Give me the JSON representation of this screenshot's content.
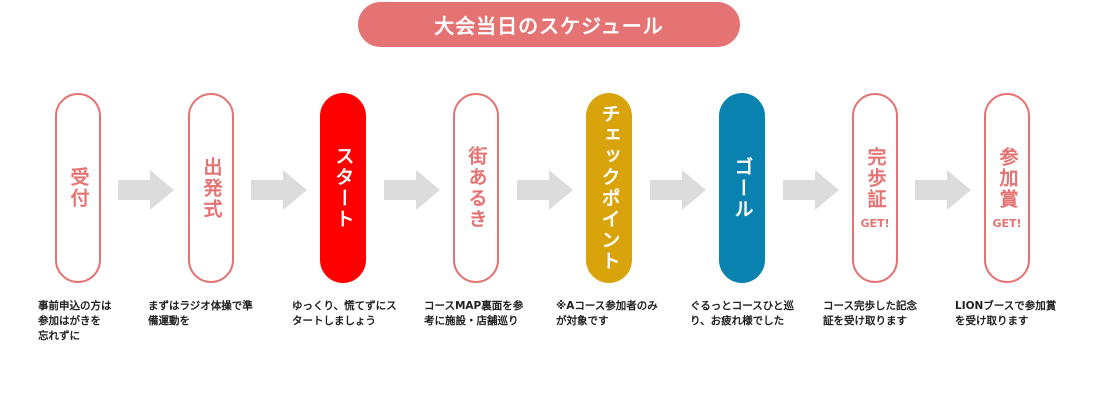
{
  "title": "大会当日のスケジュール",
  "colors": {
    "accent": "#e57373",
    "start": "#ff0000",
    "checkpoint": "#d9a40b",
    "goal": "#0a82b0",
    "arrow": "#dcdcdc"
  },
  "steps": [
    {
      "label": "受付",
      "sub": "",
      "style": "outline",
      "desc": "事前申込の方は\n参加はがきを\n忘れずに"
    },
    {
      "label": "出発式",
      "sub": "",
      "style": "outline",
      "desc": "まずはラジオ体操で準\n備運動を"
    },
    {
      "label": "スタート",
      "sub": "",
      "style": "filled",
      "color": "#ff0000",
      "desc": "ゆっくり、慌てずにス\nタートしましょう"
    },
    {
      "label": "街あるき",
      "sub": "",
      "style": "outline",
      "desc": "コースMAP裏面を参\n考に施設・店舗巡り"
    },
    {
      "label": "チェックポイント",
      "sub": "",
      "style": "filled",
      "color": "#d9a40b",
      "desc": "※Aコース参加者のみ\nが対象です"
    },
    {
      "label": "ゴール",
      "sub": "",
      "style": "filled",
      "color": "#0a82b0",
      "desc": "ぐるっとコースひと巡\nり、お疲れ様でした"
    },
    {
      "label": "完歩証",
      "sub": "GET!",
      "style": "outline",
      "desc": "コース完歩した記念\n証を受け取ります"
    },
    {
      "label": "参加賞",
      "sub": "GET!",
      "style": "outline",
      "desc": "LIONブースで参加賞\nを受け取ります"
    }
  ]
}
